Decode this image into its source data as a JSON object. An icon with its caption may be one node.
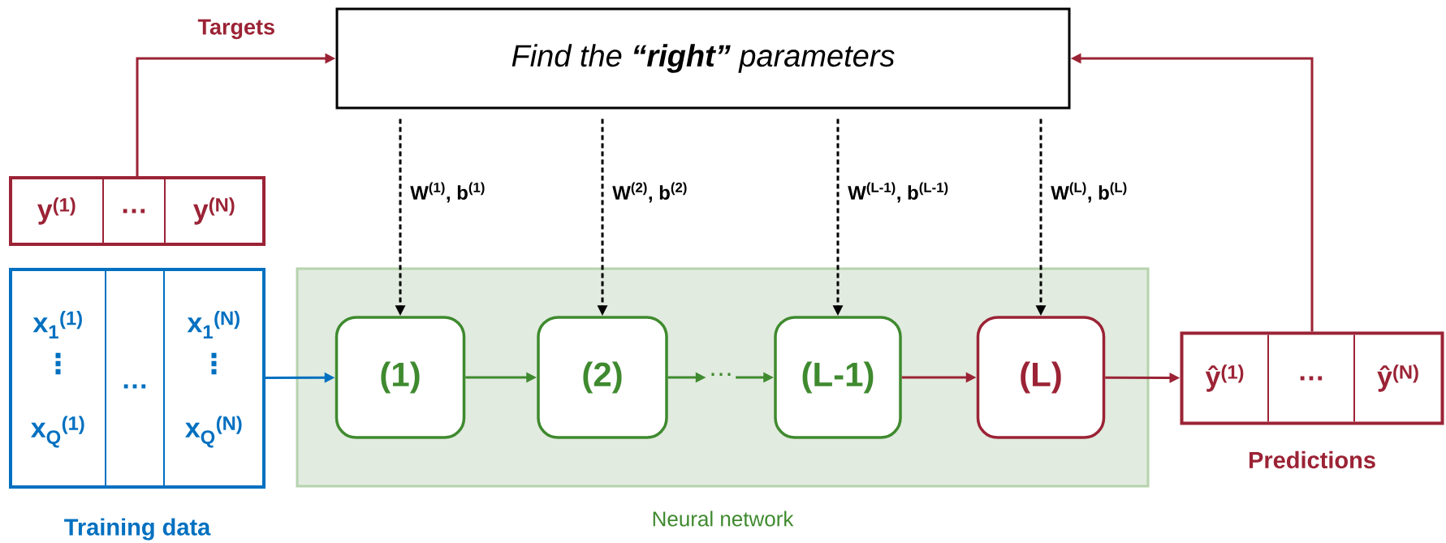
{
  "diagram": {
    "nodes": [
      {
        "text": [
          "Find the **“right”** parameters"
        ]
      },
      {
        "text": [
          "y$^{(1)}$",
          "…",
          "y$^{(N)}$"
        ]
      },
      {
        "text": [
          "x$_{1}$$^{(1)}$",
          "⋮",
          "x$_{Q}$$^{(1)}$",
          "…",
          "x$_{1}$$^{(N)}$",
          "⋮",
          "x$_{Q}$$^{(N)}$",
          "Training data"
        ]
      },
      {
        "text": [
          "Neural network"
        ]
      },
      {
        "text": [
          "(1)"
        ],
        "in": 3
      },
      {
        "text": [
          "(2)"
        ],
        "in": 3
      },
      {
        "text": [
          "⋯"
        ],
        "in": 3
      },
      {
        "text": [
          "(L-1)"
        ],
        "in": 3
      },
      {
        "text": [
          "(L)"
        ],
        "in": 3
      },
      {
        "text": [
          "ŷ$^{(1)}$",
          "…",
          "ŷ$^{(N)}$",
          "Predictions"
        ]
      }
    ],
    "edges": [
      {
        "from": 1,
        "to": 0,
        "arrow": "to",
        "label": "Targets",
        "color": "#9b2335"
      },
      {
        "from": 2,
        "to": 4,
        "arrow": "to",
        "color": "#0070c0"
      },
      {
        "from": 4,
        "to": 5,
        "arrow": "to",
        "color": "#3f8a2f"
      },
      {
        "from": 5,
        "to": 6,
        "arrow": "to",
        "color": "#3f8a2f"
      },
      {
        "from": 6,
        "to": 7,
        "arrow": "to",
        "color": "#3f8a2f"
      },
      {
        "from": 7,
        "to": 8,
        "arrow": "to",
        "color": "#9b2335"
      },
      {
        "from": 8,
        "to": 9,
        "arrow": "to",
        "color": "#9b2335"
      },
      {
        "from": 9,
        "to": 0,
        "arrow": "to",
        "color": "#9b2335"
      },
      {
        "from": 0,
        "to": 4,
        "arrow": "to",
        "style": "dashed",
        "color": "#000000",
        "label": "W$^{(1)}$, b$^{(1)}$"
      },
      {
        "from": 0,
        "to": 5,
        "arrow": "to",
        "style": "dashed",
        "color": "#000000",
        "label": "W$^{(2)}$, b$^{(2)}$"
      },
      {
        "from": 0,
        "to": 7,
        "arrow": "to",
        "style": "dashed",
        "color": "#000000",
        "label": "W$^{(L-1)}$, b$^{(L-1)}$"
      },
      {
        "from": 0,
        "to": 8,
        "arrow": "to",
        "style": "dashed",
        "color": "#000000",
        "label": "W$^{(L)}$, b$^{(L)}$"
      }
    ]
  }
}
